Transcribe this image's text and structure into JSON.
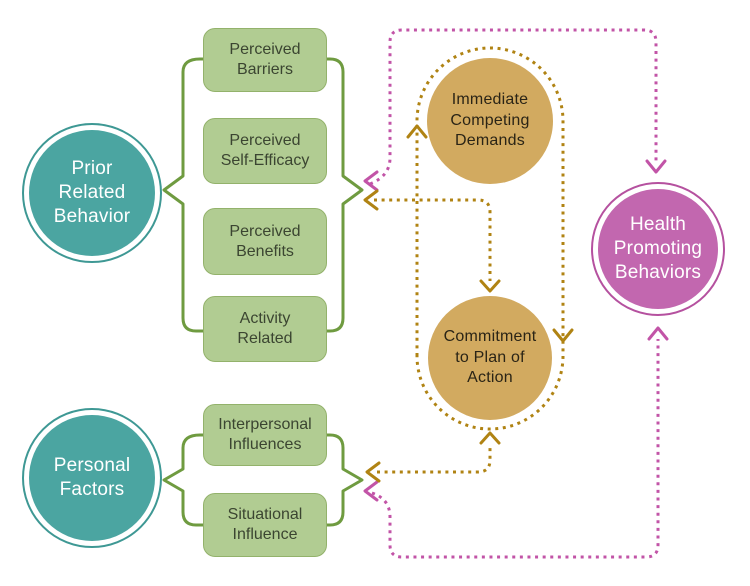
{
  "colors": {
    "background": "#FFFFFF",
    "teal": "#4BA5A1",
    "teal_ring": "#3E9894",
    "green_box": "#B1CC92",
    "green_box_border": "#93B26B",
    "green_box_text": "#3B4531",
    "brace_green": "#6F9B40",
    "gold": "#B08313",
    "gold_circle": "#D2AA60",
    "gold_text": "#2A2416",
    "pink": "#C254A7",
    "pink_circle": "#C267AF",
    "pink_ring": "#B5519F"
  },
  "nodes": {
    "prior": {
      "label": "Prior\nRelated\nBehavior"
    },
    "personal": {
      "label": "Personal\nFactors"
    },
    "immediate": {
      "label": "Immediate\nCompeting\nDemands"
    },
    "commitment": {
      "label": "Commitment\nto Plan of\nAction"
    },
    "health": {
      "label": "Health\nPromoting\nBehaviors"
    }
  },
  "boxes": {
    "top": [
      {
        "label": "Perceived\nBarriers"
      },
      {
        "label": "Perceived\nSelf-Efficacy"
      },
      {
        "label": "Perceived\nBenefits"
      },
      {
        "label": "Activity\nRelated"
      }
    ],
    "bottom": [
      {
        "label": "Interpersonal\nInfluences"
      },
      {
        "label": "Situational\nInfluence"
      }
    ]
  }
}
